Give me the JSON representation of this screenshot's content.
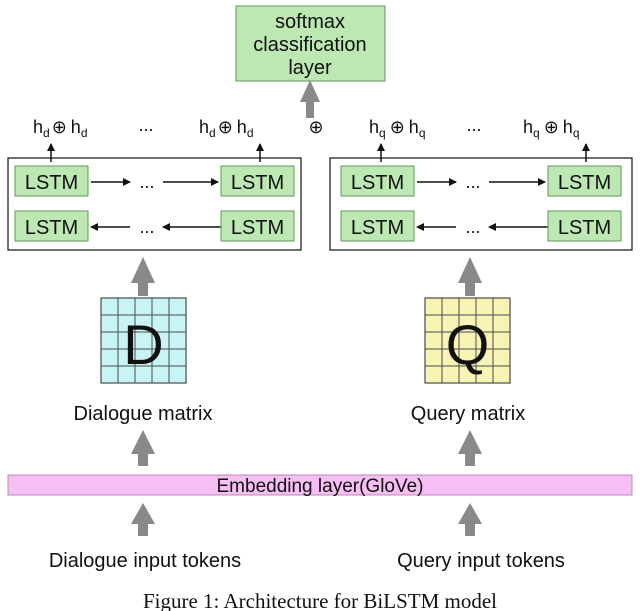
{
  "softmax": {
    "line1": "softmax",
    "line2": "classification",
    "line3": "layer"
  },
  "left_outputs": {
    "first": {
      "h1": "h",
      "s1": "d",
      "op": "⊕",
      "h2": "h",
      "s2": "d"
    },
    "ellipsis": "...",
    "last": {
      "h1": "h",
      "s1": "d",
      "op": "⊕",
      "h2": "h",
      "s2": "d"
    }
  },
  "concat_symbol": "⊕",
  "right_outputs": {
    "first": {
      "h1": "h",
      "s1": "q",
      "op": "⊕",
      "h2": "h",
      "s2": "q"
    },
    "ellipsis": "...",
    "last": {
      "h1": "h",
      "s1": "q",
      "op": "⊕",
      "h2": "h",
      "s2": "q"
    }
  },
  "lstm": {
    "label": "LSTM",
    "ellipsis": "..."
  },
  "dialogue_matrix": {
    "letter": "D",
    "label": "Dialogue matrix",
    "fill": "#c8f4f6"
  },
  "query_matrix": {
    "letter": "Q",
    "label": "Query matrix",
    "fill": "#f8f4b4"
  },
  "embedding_label": "Embedding layer(GloVe)",
  "dialogue_input_label": "Dialogue input tokens",
  "query_input_label": "Query input tokens",
  "caption": "Figure 1: Architecture for BiLSTM model",
  "colors": {
    "lstm_fill": "#bde7b3",
    "lstm_border": "#5e9a5a",
    "embedding_fill": "#f6bff3",
    "embedding_border": "#b888b5",
    "arrow_fill": "#898989",
    "grid_line": "#4a4a4a"
  }
}
